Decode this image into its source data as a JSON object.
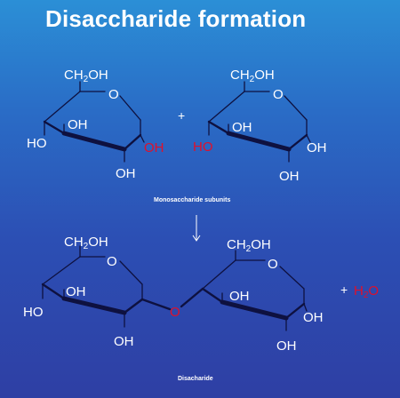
{
  "title": "Disaccharide formation",
  "caption_top": "Monosaccharide subunits",
  "caption_bottom": "Disacharide",
  "plus": "+",
  "labels": {
    "ch2oh_pre": "CH",
    "ch2oh_sub": "2",
    "ch2oh_post": "OH",
    "ring_o": "O",
    "oh": "OH",
    "ho": "HO",
    "water_pre": "H",
    "water_sub": "2",
    "water_post": "O"
  },
  "colors": {
    "background_top": "#2b8fd6",
    "background_bottom": "#2e3fa4",
    "text": "#ffffff",
    "highlight": "#e0102a",
    "bond": "#0e1140"
  }
}
